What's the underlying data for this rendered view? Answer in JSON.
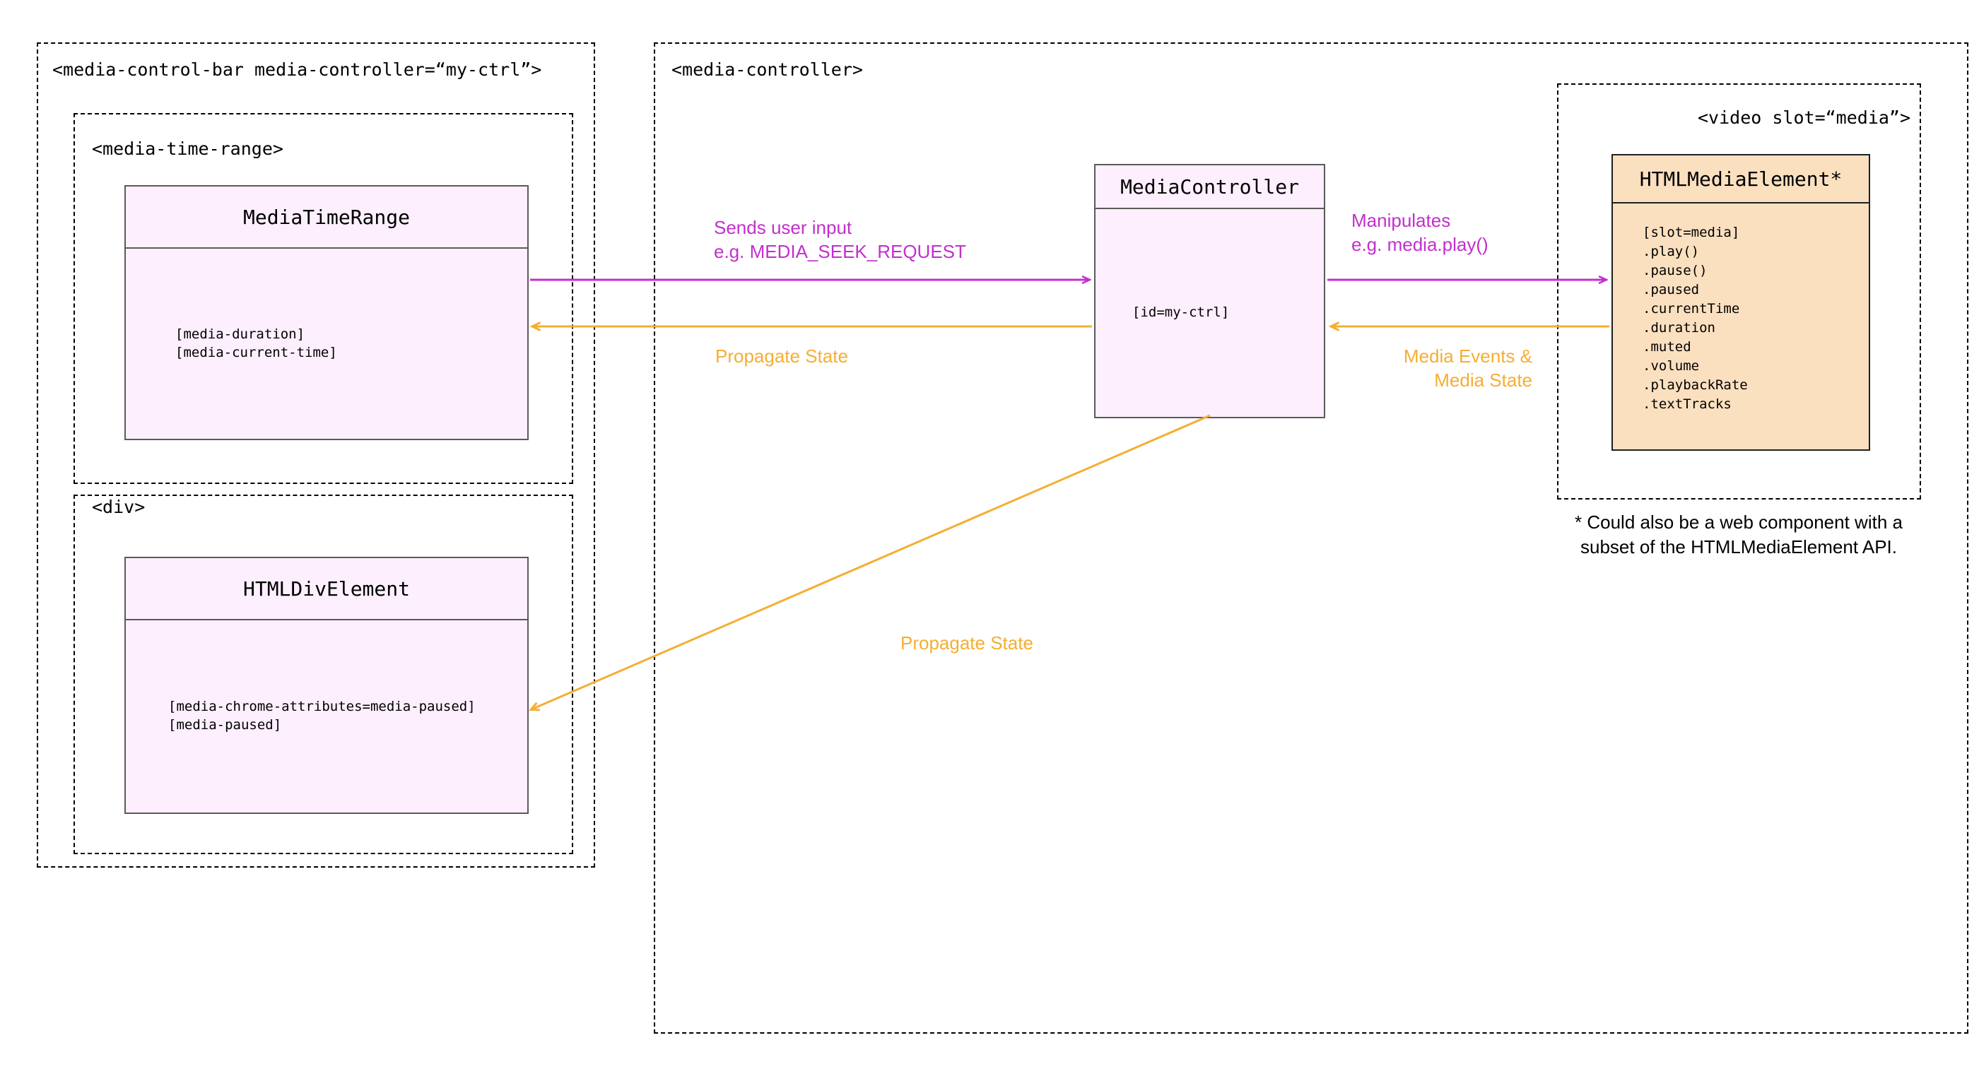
{
  "diagram": {
    "title": "Media Chrome architecture diagram",
    "colors": {
      "purple": "#c22fce",
      "orange": "#f5ae33",
      "box_fill_pink": "#fdeffd",
      "box_fill_orange": "#fbe0c0",
      "box_border": "#5a5a5a",
      "container_border": "#000000"
    }
  },
  "containers": {
    "control_bar": {
      "label": "<media-control-bar media-controller=“my-ctrl”>"
    },
    "time_range": {
      "label": "<media-time-range>"
    },
    "div_wrap": {
      "label": "<div>"
    },
    "media_controller": {
      "label": "<media-controller>"
    },
    "video": {
      "label": "<video slot=“media”>"
    }
  },
  "boxes": {
    "media_time_range": {
      "title": "MediaTimeRange",
      "attributes": "[media-duration]\n[media-current-time]"
    },
    "html_div_element": {
      "title": "HTMLDivElement",
      "attributes": "[media-chrome-attributes=media-paused]\n[media-paused]"
    },
    "media_controller": {
      "title": "MediaController",
      "attributes": "[id=my-ctrl]"
    },
    "html_media_element": {
      "title": "HTMLMediaElement*",
      "attributes": "[slot=media]\n.play()\n.pause()\n.paused\n.currentTime\n.duration\n.muted\n.volume\n.playbackRate\n.textTracks"
    }
  },
  "edges": {
    "sends_user_input": "Sends user input\ne.g. MEDIA_SEEK_REQUEST",
    "propagate_state_left": "Propagate State",
    "manipulates": "Manipulates\ne.g. media.play()",
    "media_events": "Media Events &\nMedia State",
    "propagate_state_diagonal": "Propagate State"
  },
  "footnote": {
    "text": "* Could also be a web component with a\nsubset of the HTMLMediaElement API."
  }
}
